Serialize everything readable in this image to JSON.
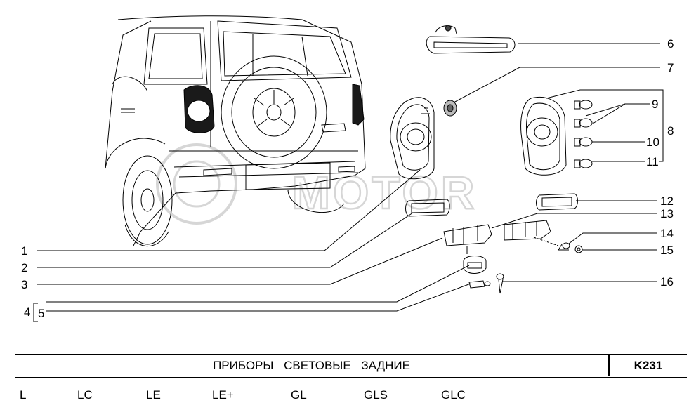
{
  "callouts": [
    "1",
    "2",
    "3",
    "4",
    "5",
    "6",
    "7",
    "8",
    "9",
    "10",
    "11",
    "12",
    "13",
    "14",
    "15",
    "16"
  ],
  "watermark": "MOTOR",
  "title_block": {
    "title": "ПРИБОРЫ СВЕТОВЫЕ ЗАДНИЕ",
    "code": "K231"
  },
  "trims": [
    "L",
    "LC",
    "LE",
    "LE+",
    "GL",
    "GLS",
    "GLC"
  ],
  "colors": {
    "line": "#000000",
    "watermark": "#d6d6d6",
    "lamp_dark": "#1a1a1a"
  }
}
